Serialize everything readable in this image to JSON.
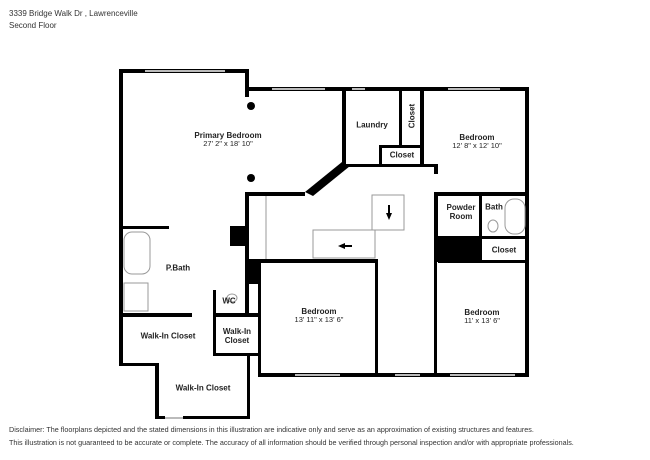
{
  "header": {
    "address": "3339 Bridge Walk Dr , Lawrenceville",
    "floor": "Second Floor"
  },
  "rooms": [
    {
      "name": "Primary Bedroom",
      "dims": "27' 2\" x 18' 10\""
    },
    {
      "name": "Laundry",
      "dims": ""
    },
    {
      "name": "Closet",
      "dims": ""
    },
    {
      "name": "Closet",
      "dims": ""
    },
    {
      "name": "Bedroom",
      "dims": "12' 8\" x 12' 10\""
    },
    {
      "name": "Powder Room",
      "dims": ""
    },
    {
      "name": "Bath",
      "dims": ""
    },
    {
      "name": "Closet",
      "dims": ""
    },
    {
      "name": "P.Bath",
      "dims": ""
    },
    {
      "name": "WC",
      "dims": ""
    },
    {
      "name": "Walk-In Closet",
      "dims": ""
    },
    {
      "name": "Walk-In Closet",
      "dims": ""
    },
    {
      "name": "Walk-In Closet",
      "dims": ""
    },
    {
      "name": "Bedroom",
      "dims": "13' 11\" x 13' 6\""
    },
    {
      "name": "Bedroom",
      "dims": "11' x 13' 6\""
    }
  ],
  "labels": {
    "powder_line1": "Powder",
    "powder_line2": "Room",
    "walkin_small_line1": "Walk-In",
    "walkin_small_line2": "Closet"
  },
  "disclaimer": {
    "line1": "Disclaimer: The floorplans depicted and the stated dimensions in this illustration are indicative only and serve as an approximation of existing structures and features.",
    "line2": "This illustration is not guaranteed to be accurate or complete. The accuracy of all information should be verified through personal inspection and/or with appropriate professionals."
  },
  "colors": {
    "wall": "#000000",
    "window": "#cccccc",
    "background": "#ffffff"
  }
}
